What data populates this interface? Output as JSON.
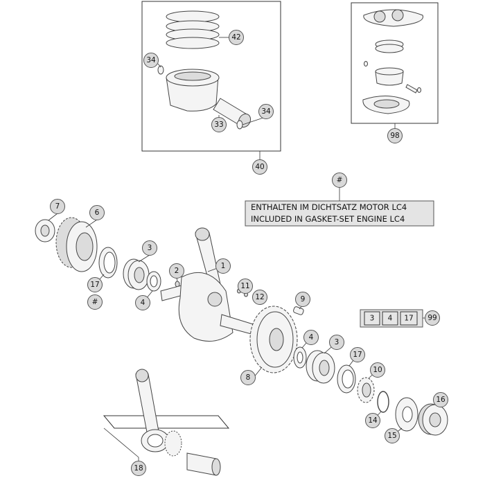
{
  "callouts": [
    {
      "label": "42"
    },
    {
      "label": "34"
    },
    {
      "label": "34"
    },
    {
      "label": "33"
    },
    {
      "label": "40"
    },
    {
      "label": "98"
    },
    {
      "label": "#"
    },
    {
      "label": "7"
    },
    {
      "label": "6"
    },
    {
      "label": "3"
    },
    {
      "label": "2"
    },
    {
      "label": "1"
    },
    {
      "label": "17"
    },
    {
      "label": "#"
    },
    {
      "label": "4"
    },
    {
      "label": "11"
    },
    {
      "label": "12"
    },
    {
      "label": "9"
    },
    {
      "label": "4"
    },
    {
      "label": "3"
    },
    {
      "label": "17"
    },
    {
      "label": "10"
    },
    {
      "label": "8"
    },
    {
      "label": "16"
    },
    {
      "label": "14"
    },
    {
      "label": "15"
    },
    {
      "label": "18"
    },
    {
      "label": "99"
    }
  ],
  "kit_box": [
    "3",
    "4",
    "17"
  ],
  "note": {
    "line1": "ENTHALTEN IM DICHTSATZ MOTOR LC4",
    "line2": "INCLUDED IN GASKET-SET ENGINE LC4"
  }
}
